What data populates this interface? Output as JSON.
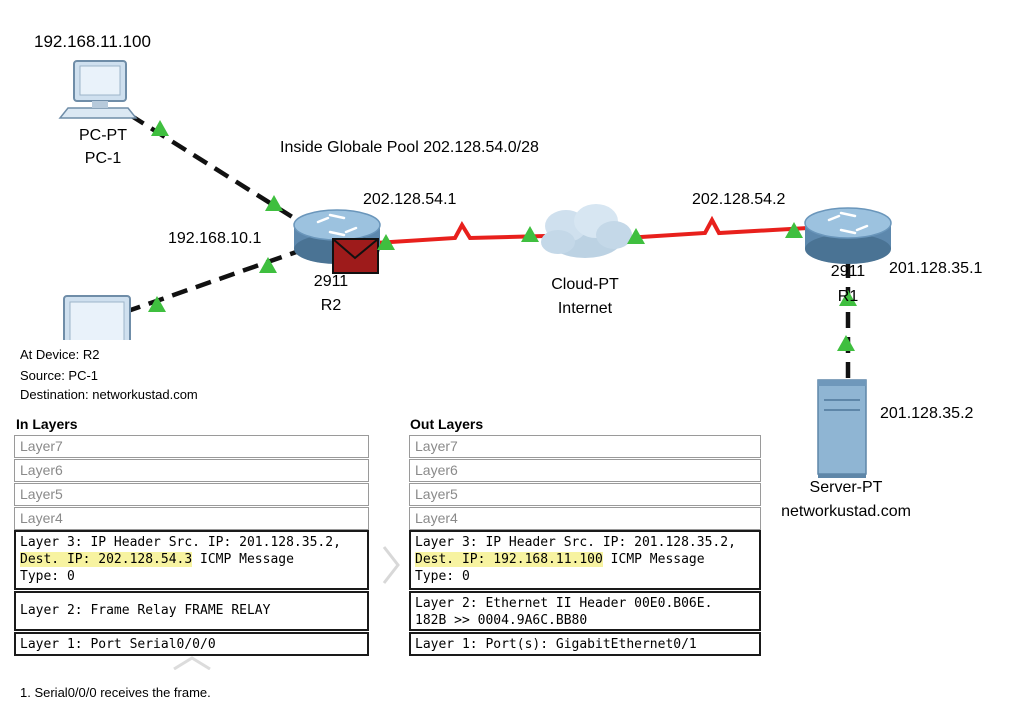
{
  "topology": {
    "pc1": {
      "ip": "192.168.11.100",
      "type": "PC-PT",
      "name": "PC-1"
    },
    "router_r2": {
      "lan_ip": "192.168.10.1",
      "wan_ip": "202.128.54.1",
      "model": "2911",
      "name": "R2"
    },
    "nat_pool_label": "Inside Globale Pool 202.128.54.0/28",
    "cloud": {
      "type": "Cloud-PT",
      "name": "Internet"
    },
    "router_r1": {
      "wan_ip": "202.128.54.2",
      "lan_ip": "201.128.35.1",
      "model": "2911",
      "name": "R1"
    },
    "server": {
      "ip": "201.128.35.2",
      "type": "Server-PT",
      "name": "networkustad.com"
    }
  },
  "pdu": {
    "at_device": "At Device: R2",
    "source": "Source: PC-1",
    "destination": "Destination: networkustad.com",
    "in_layers": {
      "title": "In Layers",
      "layer7": "Layer7",
      "layer6": "Layer6",
      "layer5": "Layer5",
      "layer4": "Layer4",
      "layer3_line1": "Layer 3: IP Header Src. IP: 201.128.35.2,",
      "layer3_dest": "Dest. IP: 202.128.54.3",
      "layer3_rest": " ICMP Message",
      "layer3_line3": "Type: 0",
      "layer2": "Layer 2: Frame Relay FRAME RELAY",
      "layer1": "Layer 1: Port Serial0/0/0"
    },
    "out_layers": {
      "title": "Out Layers",
      "layer7": "Layer7",
      "layer6": "Layer6",
      "layer5": "Layer5",
      "layer4": "Layer4",
      "layer3_line1": "Layer 3: IP Header Src. IP: 201.128.35.2,",
      "layer3_dest": "Dest. IP: 192.168.11.100",
      "layer3_rest": " ICMP Message",
      "layer3_line3": "Type: 0",
      "layer2_line1": "Layer 2: Ethernet II Header 00E0.B06E.",
      "layer2_line2": "182B >> 0004.9A6C.BB80",
      "layer1": "Layer 1: Port(s): GigabitEthernet0/1"
    },
    "step_note": "1. Serial0/0/0 receives the frame."
  },
  "colors": {
    "serial_link": "#e8201c",
    "ethernet_link": "#111111",
    "link_up": "#3fbf3f",
    "highlight": "#f7f3a1",
    "pdu_envelope": "#9e1b1b"
  }
}
